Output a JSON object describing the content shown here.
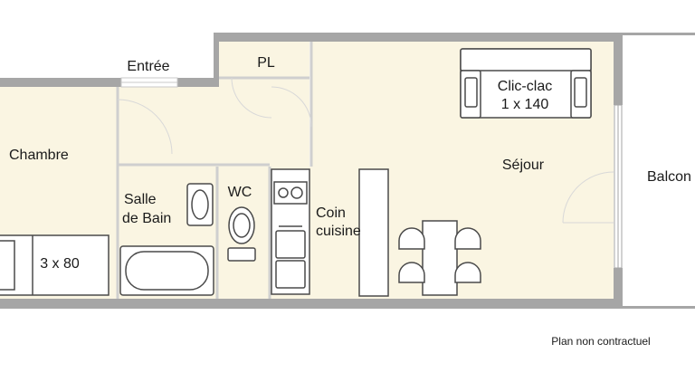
{
  "rooms": {
    "entree": "Entrée",
    "pl": "PL",
    "chambre": "Chambre",
    "sejour": "Séjour",
    "balcon": "Balcon",
    "wc": "WC",
    "salle_de_bain_line1": "Salle",
    "salle_de_bain_line2": "de Bain",
    "coin_cuisine_line1": "Coin",
    "coin_cuisine_line2": "cuisine"
  },
  "furniture": {
    "sofa_line1": "Clic-clac",
    "sofa_line2": "1 x 140",
    "bed": "3 x 80"
  },
  "footer": {
    "note": "Plan non contractuel"
  },
  "colors": {
    "floor": "#faf5e2",
    "wall": "#a6a6a6",
    "fixture": "#4a4a4a"
  }
}
